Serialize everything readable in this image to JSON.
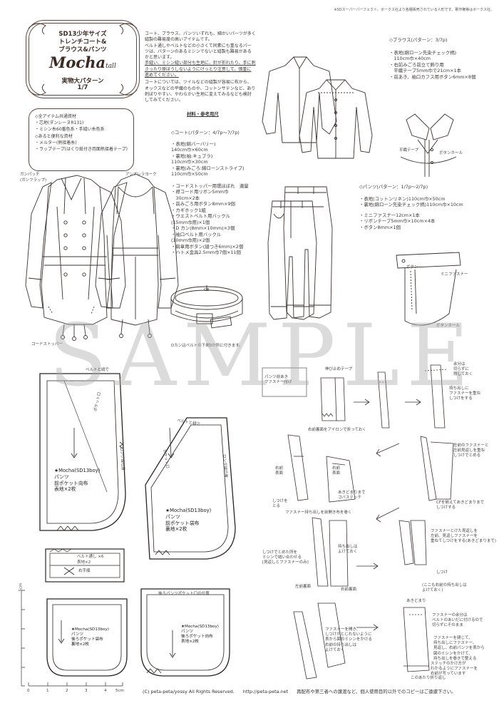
{
  "copyright_top": "※SDスーパーパーフェクト、ボークス社より各種販売されている人形です。著作権等はボークス社。",
  "title": {
    "line1": "SD13少年サイズ",
    "line2": "トレンチコート&",
    "line3": "ブラウス&パンツ",
    "brand": "Mocha",
    "brand_suffix": "tall",
    "line4": "実物大パターン",
    "line5": "1/7"
  },
  "intro_lines": [
    "コート、ブラウス、パンツいずれも、細かいパーツが多く",
    "縫製の難易度の高いアイテムです。",
    "ベルト通しやベルトなどの小さくて同素にも重なるパー",
    "ツは、パターンのあるミシンでないと縫製も難易かある",
    "かと思います。",
    "手縫い、ミシン縫い部分も生地に、針が折れたり、手に刺",
    "さったり原ぼうしないようにけっとり注意して、慎重に",
    "進めてください。",
    "コートについては、ツイルなどの縫製が容易に布から、",
    "オックスなどの平織のものや、コットンサテンなど、あり",
    "刺ぼりやすい、やわらかい生地に変えてみるなども検討",
    "してみてください。"
  ],
  "materials_box": {
    "items": [
      "◇全アイテム共通資材",
      "・芯地(ダンレーヌR131)",
      "・ミシン糸60番色系・手縫い糸色系",
      "◇あると便利な資材",
      "・メルター(熱接着糸)",
      "・ラップテープ(はくり紙付き両面熱接着テープ)"
    ]
  },
  "materials_heading": "材料・参考用尺",
  "coat_section": {
    "heading": "◇コート(パターン：4/7p～7/7p)",
    "items": [
      "・表地(綿バーバリー)",
      "140cm巾×60cm",
      "・裏地(袖:キュプラ)",
      "110cm巾×30cm",
      "・裏地(みごろ:綿ローンストライプ)",
      "110cm巾×50cm",
      "",
      "・コードストッパー用環ほぼれ　適量",
      "・襟コード用リボン5mm巾",
      "　30cm×2本",
      "・前みごろ用ボタン8mm×9個",
      "・カギホック1組",
      "・ウエストベルト用バックル",
      "(15mm巾用)×1個",
      "・D カン(8mm×10mm)×3個",
      "・袖口ベルト用バックル",
      "(10mm巾用)×2個",
      "・肩章用ボタン(縫つき6mm)×2個",
      "・ハトメ金具2.5mm巾7個×11個"
    ]
  },
  "blouse_section": {
    "heading": "◇ブラウス(パターン：3/7p)",
    "items": [
      "・表地(綿ローン先染チェック柄)",
      "　110cm巾×40cm",
      "・右前みごろ前立て飾り用",
      "　平織テープ5mm巾で21cm×1本",
      "・前あき、袖口カフス用ボタン6mm×8個"
    ]
  },
  "pants_section": {
    "heading": "◇パンツ(パターン：1/7p～2/7p)",
    "items": [
      "・表地(コットンリネン)110cm巾×50cm",
      "・裏地(綿ローン先染チェック柄)110cm巾×10cm",
      "",
      "・ミニファスナー12cm×1本",
      "・リボンテープ5mm巾×10cm×4本",
      "・ボタン8mm×1個"
    ]
  },
  "coat_labels": {
    "left_top": "ガンパッチ",
    "left_top2": "(ガンフラップ)",
    "right_top": "アンブレラヨーク",
    "bottom_left": "コードストッパー",
    "belt_note": "Dカンはベルトの下側3か所に付きます。",
    "belt_cb": "CB"
  },
  "blouse_labels": {
    "tape": "平織テープ",
    "button": "ボタンホール"
  },
  "pants_labels": {
    "button": "ボタン",
    "fastener": "ミニファスナー",
    "buttonhole": "ボタンホール"
  },
  "watermark": "SAMPLE",
  "patterns": [
    {
      "star": "★Mocha(SD13boy)",
      "name": "パンツ",
      "part": "前ポケット向布",
      "fabric": "表地×2枚"
    },
    {
      "star": "★Mocha(SD13boy)",
      "name": "パンツ",
      "part": "前ポケット袋布",
      "fabric": "裏地×2枚"
    },
    {
      "star": "★Mocha(SD13boy)",
      "name": "パンツ",
      "part": "後ろポケット袋布",
      "fabric": "裏地×2枚"
    },
    {
      "star": "★Mocha(SD13boy)",
      "name": "パンツ",
      "part": "後ろポケット向布",
      "fabric": "表地×2枚"
    }
  ],
  "pattern_edges": {
    "belt": "ベルトと縫で",
    "pocket": "ポケット口",
    "side": "ロング縫位置",
    "back_pocket": "後ろパンツポケット口の位置"
  },
  "belt_loop_labels": {
    "label1": "ベルト通し ×6",
    "label2": "表地×2",
    "label3": "右手順"
  },
  "ruler": {
    "label_top": "5cm",
    "ticks": [
      "0",
      "1",
      "2",
      "3",
      "4",
      "5cm"
    ]
  },
  "steps_notes": [
    "パンツ前あき",
    "ファスナー付け",
    "伸び止めテープ",
    "右前裏面をアイロンで折っておく",
    "余分は",
    "切らずに",
    "残しておく",
    "持ち出しに",
    "ファスナーを重ね",
    "しつけをする",
    "右前",
    "表面",
    "あきどまりまで",
    "コバステッチ",
    "しつけを",
    "とる",
    "ファスナー持ち出しを前開き布を巻く",
    "左前のファスナーと",
    "左前見返しを重ね",
    "しつけでとめる",
    "CFを揃えてあきどまりまで",
    "しつけする",
    "ファスナーとけた見返しを",
    "左前、見返しファスナーを",
    "重ねてしつけをする(あきどまりまで)",
    "しつけでとめた所を",
    "ミシンで縫い合わせる",
    "[見返しとファスナーのみ]",
    "持ち出しは",
    "よけておく",
    "しつけ",
    "左前裏面",
    "右前裏面",
    "(ここも右前の持ち出しは",
    "よけておく)",
    "あきどまり",
    "ファスナーの余分は",
    "ベルトのあいだに付けるので",
    "切らずにそのまま",
    "ファスナーを開き、",
    "しつけがとじれないように",
    "表から図のミシンをかける",
    "右前の持ち出しは",
    "よけておく",
    "ファスナーを閉じて、",
    "持ち出しにファスナー、",
    "見返し、右前パンツを表から",
    "図のミシンをかけて、",
    "持ち出しを巻きで整える",
    "ステッチのかけ方が",
    "わかるようにファスナーを",
    "右前が写っています",
    "このあたり折り返し"
  ],
  "footer": {
    "copyright": "(C) peta-peta/yossy All Rights Reserved.",
    "url": "http://peta-peta.net",
    "notice": "再配布や第三者への譲渡など、個人使用目的以外でのコピーはご遠慮下さい。"
  }
}
